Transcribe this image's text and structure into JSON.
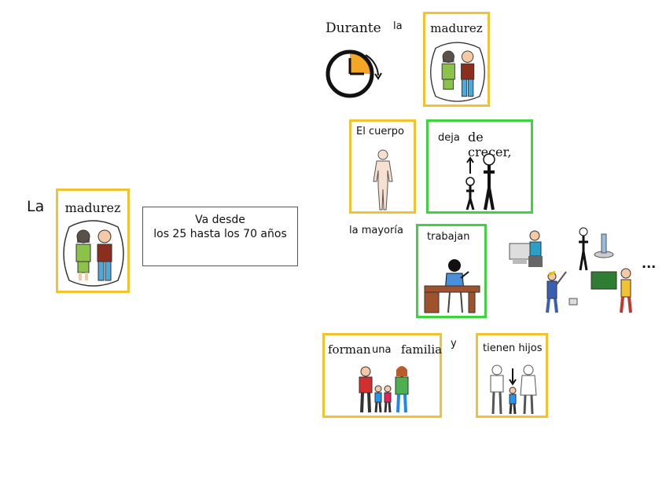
{
  "left": {
    "article": "La",
    "card_word": "madurez",
    "range_line1": "Va desde",
    "range_line2": "los 25 hasta los 70 años"
  },
  "row1": {
    "durante": "Durante",
    "la": "la",
    "madurez": "madurez"
  },
  "row2": {
    "cuerpo": "El cuerpo",
    "deja": "deja",
    "crecer": "de crecer,"
  },
  "row3": {
    "mayoria": "la mayoría",
    "trabajan": "trabajan",
    "ellipsis": "..."
  },
  "row4": {
    "forman": "forman",
    "una": "una",
    "familia": "familia",
    "y": "y",
    "hijos": "tienen hijos"
  },
  "colors": {
    "yellow_border": "#f2c230",
    "green_border": "#3fd43f",
    "clock_fill": "#f5a623"
  }
}
